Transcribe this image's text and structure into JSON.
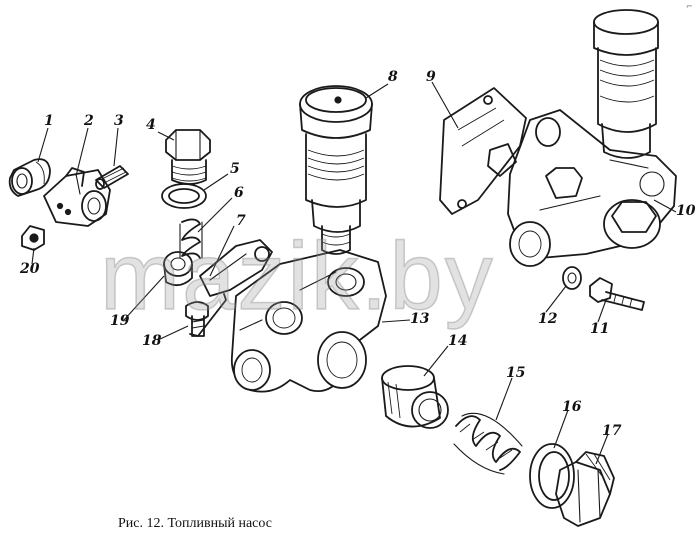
{
  "figure": {
    "caption": "Рис. 12. Топливный насос",
    "watermark": "mazik.by",
    "corner_mark": "⌐"
  },
  "callouts": [
    {
      "number": "1",
      "part": "part-1"
    },
    {
      "number": "2",
      "part": "part-2"
    },
    {
      "number": "3",
      "part": "part-3"
    },
    {
      "number": "4",
      "part": "part-4"
    },
    {
      "number": "5",
      "part": "part-5"
    },
    {
      "number": "6",
      "part": "part-6"
    },
    {
      "number": "7",
      "part": "part-7"
    },
    {
      "number": "8",
      "part": "part-8"
    },
    {
      "number": "9",
      "part": "part-9"
    },
    {
      "number": "10",
      "part": "part-10"
    },
    {
      "number": "11",
      "part": "part-11"
    },
    {
      "number": "12",
      "part": "part-12"
    },
    {
      "number": "13",
      "part": "part-13"
    },
    {
      "number": "14",
      "part": "part-14"
    },
    {
      "number": "15",
      "part": "part-15"
    },
    {
      "number": "16",
      "part": "part-16"
    },
    {
      "number": "17",
      "part": "part-17"
    },
    {
      "number": "18",
      "part": "part-18"
    },
    {
      "number": "19",
      "part": "part-19"
    },
    {
      "number": "20",
      "part": "part-20"
    }
  ]
}
